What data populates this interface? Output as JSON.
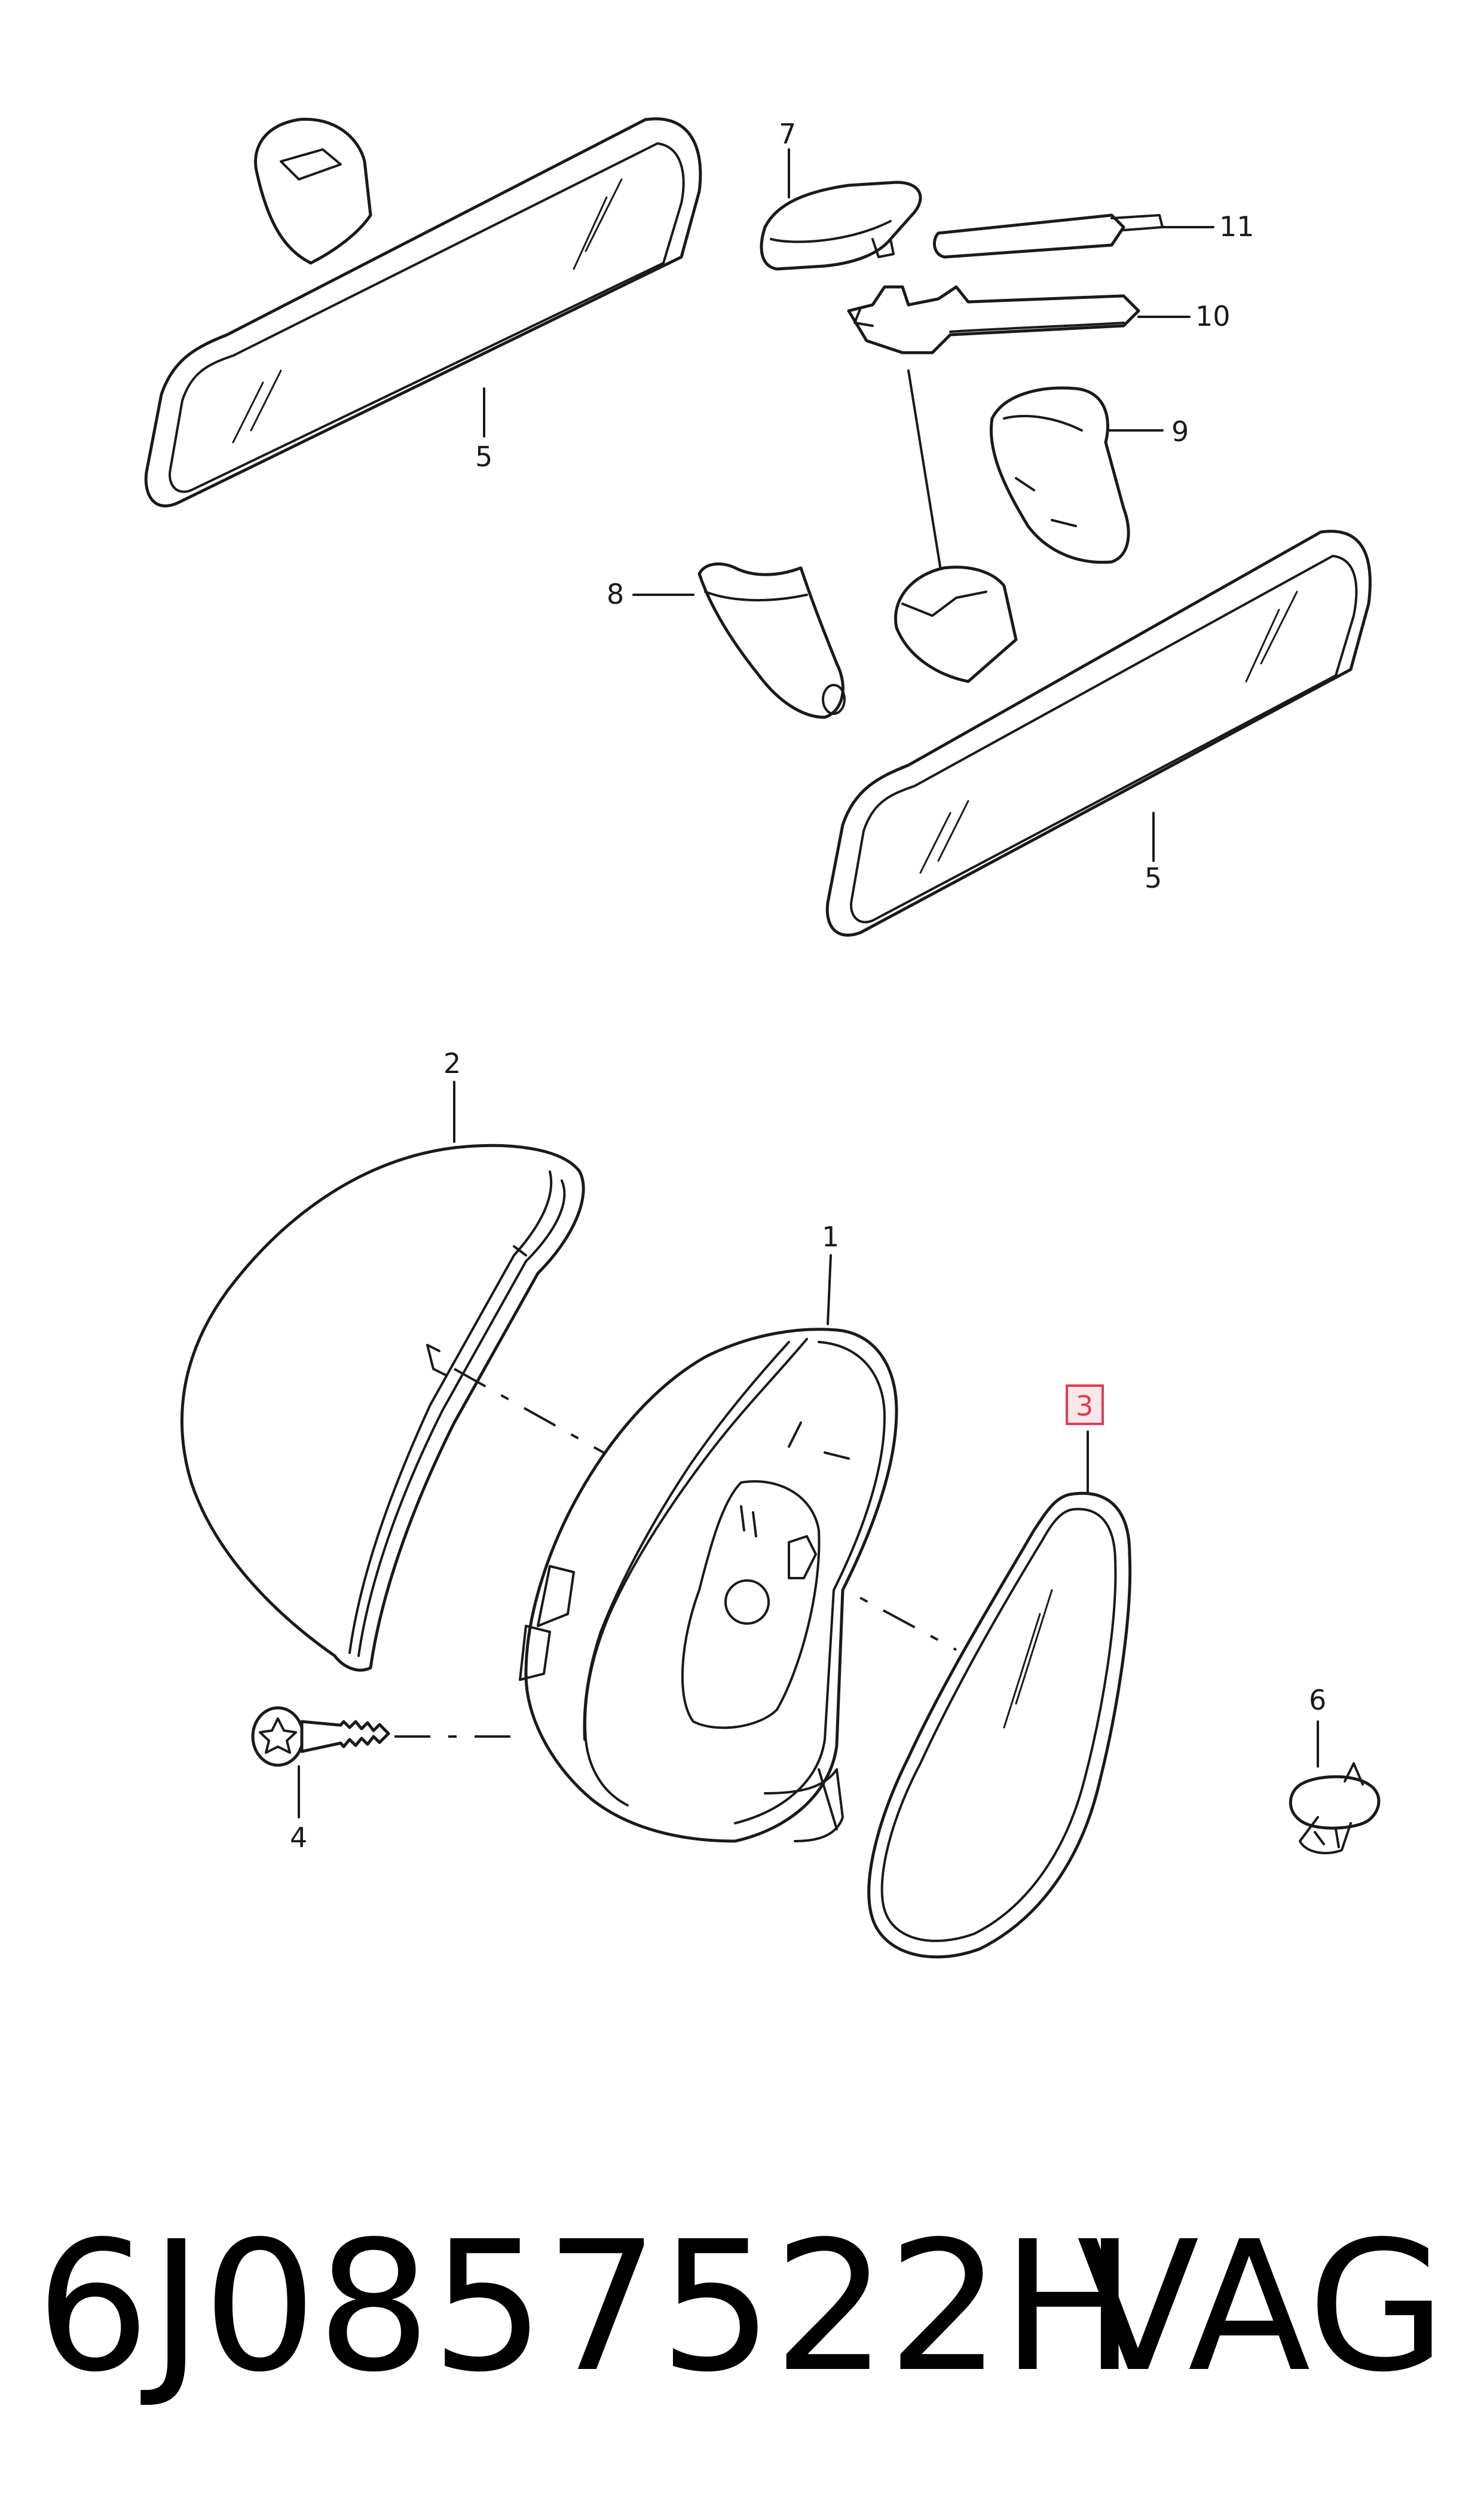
{
  "callouts": {
    "c1": "1",
    "c2": "2",
    "c3": "3",
    "c4": "4",
    "c5a": "5",
    "c5b": "5",
    "c6": "6",
    "c7": "7",
    "c8": "8",
    "c9": "9",
    "c10": "10",
    "c11": "11"
  },
  "highlight_color": "#e03c50",
  "footer": {
    "part_number": "6J0857522H",
    "brand": "VAG"
  }
}
